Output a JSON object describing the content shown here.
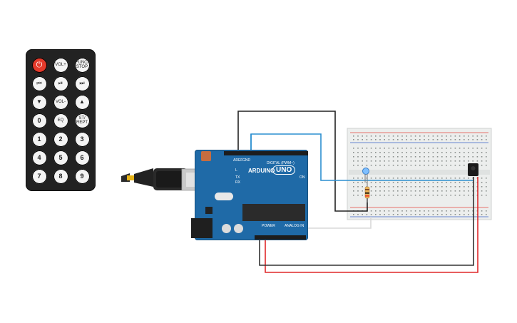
{
  "remote": {
    "buttons": [
      {
        "id": "power",
        "label": "⏻"
      },
      {
        "id": "vol_up",
        "label": "VOL+"
      },
      {
        "id": "func_stop",
        "label": "FUNC/ STOP"
      },
      {
        "id": "prev",
        "label": "⏮"
      },
      {
        "id": "play_pause",
        "label": "⏯"
      },
      {
        "id": "next",
        "label": "⏭"
      },
      {
        "id": "down",
        "label": "▼"
      },
      {
        "id": "vol_down",
        "label": "VOL-"
      },
      {
        "id": "up",
        "label": "▲"
      },
      {
        "id": "zero",
        "label": "0"
      },
      {
        "id": "eq",
        "label": "EQ"
      },
      {
        "id": "st_rept",
        "label": "ST/ REPT"
      },
      {
        "id": "one",
        "label": "1"
      },
      {
        "id": "two",
        "label": "2"
      },
      {
        "id": "three",
        "label": "3"
      },
      {
        "id": "four",
        "label": "4"
      },
      {
        "id": "five",
        "label": "5"
      },
      {
        "id": "six",
        "label": "6"
      },
      {
        "id": "seven",
        "label": "7"
      },
      {
        "id": "eight",
        "label": "8"
      },
      {
        "id": "nine",
        "label": "9"
      }
    ]
  },
  "arduino": {
    "brand": "ARDUINO",
    "model": "UNO",
    "digital_label": "DIGITAL (PWM~)",
    "power_label": "POWER",
    "analog_label": "ANALOG IN",
    "on_label": "ON",
    "tx_label": "TX",
    "rx_label": "RX",
    "l_label": "L",
    "aref_label": "AREF",
    "gnd_label": "GND"
  },
  "colors": {
    "board": "#1f6aa7",
    "wire_black": "#222222",
    "wire_blue": "#2c8fd0",
    "wire_red": "#e0282a",
    "wire_white": "#d9d9d9",
    "led_blue": "#7fbfff",
    "remote_body": "#222222",
    "power_button": "#e53a2b"
  }
}
